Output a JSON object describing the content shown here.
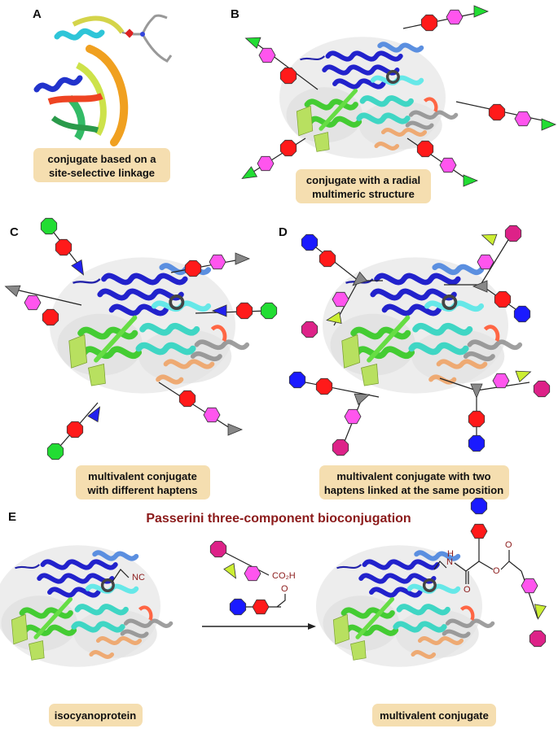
{
  "panels": {
    "a": {
      "label": "A",
      "caption": [
        "conjugate based on a",
        "site-selective linkage"
      ]
    },
    "b": {
      "label": "B",
      "caption": [
        "conjugate with a radial",
        "multimeric structure"
      ]
    },
    "c": {
      "label": "C",
      "caption": [
        "multivalent conjugate",
        "with different haptens"
      ]
    },
    "d": {
      "label": "D",
      "caption": [
        "multivalent conjugate with two",
        "haptens linked at the same position"
      ]
    },
    "e": {
      "label": "E",
      "title": "Passerini three-component bioconjugation",
      "left_caption": "isocyanoprotein",
      "right_caption": "multivalent conjugate",
      "chem": {
        "nc": "NC",
        "co2h": "CO₂H",
        "aldehyde_o": "O",
        "nh": "N",
        "h": "H",
        "o": "O"
      }
    }
  },
  "colors": {
    "caption_bg": "#f5deb0",
    "red_octagon": "#ff1a1a",
    "magenta_hexagon": "#ff55ee",
    "green_triangle": "#22dd33",
    "grey_triangle": "#888888",
    "blue_octagon": "#1a1aff",
    "blue_triangle": "#2222ee",
    "yellow_triangle": "#ccee33",
    "pink_octagon": "#dd2288",
    "green_octagon": "#22dd33",
    "accent_red": "#8b1a1a"
  }
}
